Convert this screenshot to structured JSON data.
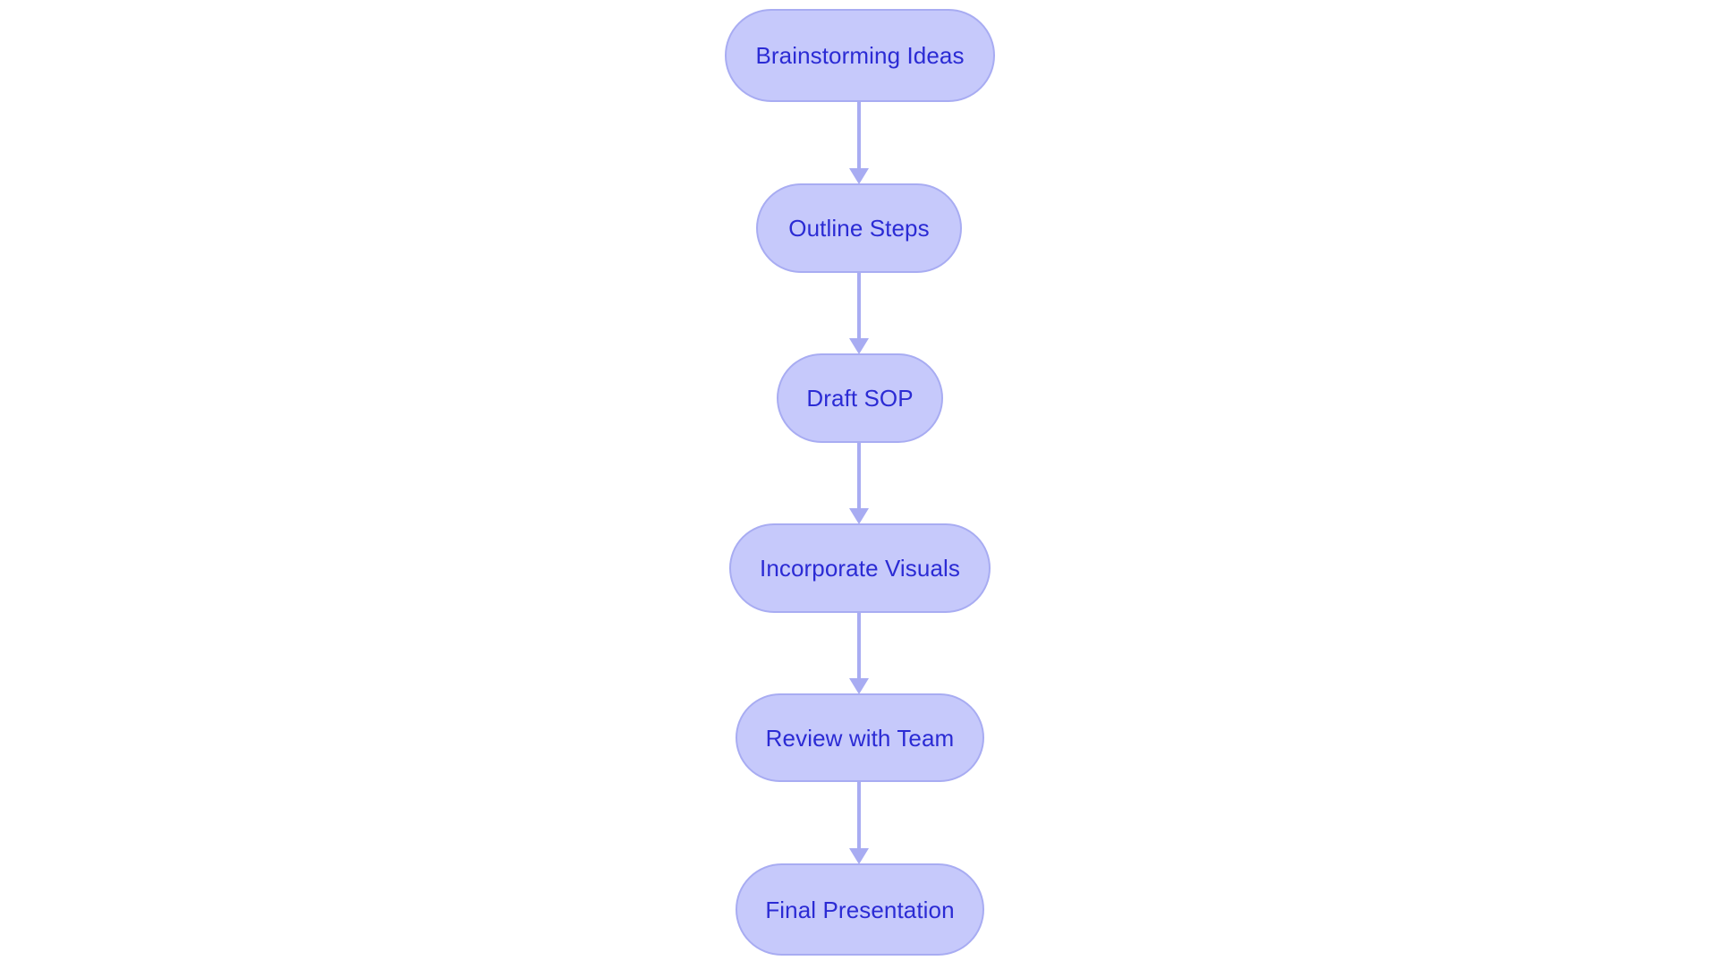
{
  "diagram": {
    "type": "flowchart",
    "orientation": "vertical-top-to-bottom",
    "background_color": "#ffffff",
    "node_fill_color": "#c6c9fb",
    "node_border_color": "#a8acf2",
    "node_text_color": "#2b2bd4",
    "edge_color": "#a8acf2",
    "node_shape": "stadium",
    "nodes": [
      {
        "id": "n1",
        "label": "Brainstorming Ideas"
      },
      {
        "id": "n2",
        "label": "Outline Steps"
      },
      {
        "id": "n3",
        "label": "Draft SOP"
      },
      {
        "id": "n4",
        "label": "Incorporate Visuals"
      },
      {
        "id": "n5",
        "label": "Review with Team"
      },
      {
        "id": "n6",
        "label": "Final Presentation"
      }
    ],
    "edges": [
      {
        "from": "n1",
        "to": "n2",
        "arrowhead": "triangle-down"
      },
      {
        "from": "n2",
        "to": "n3",
        "arrowhead": "triangle-down"
      },
      {
        "from": "n3",
        "to": "n4",
        "arrowhead": "triangle-down"
      },
      {
        "from": "n4",
        "to": "n5",
        "arrowhead": "triangle-down"
      },
      {
        "from": "n5",
        "to": "n6",
        "arrowhead": "triangle-down"
      }
    ]
  }
}
